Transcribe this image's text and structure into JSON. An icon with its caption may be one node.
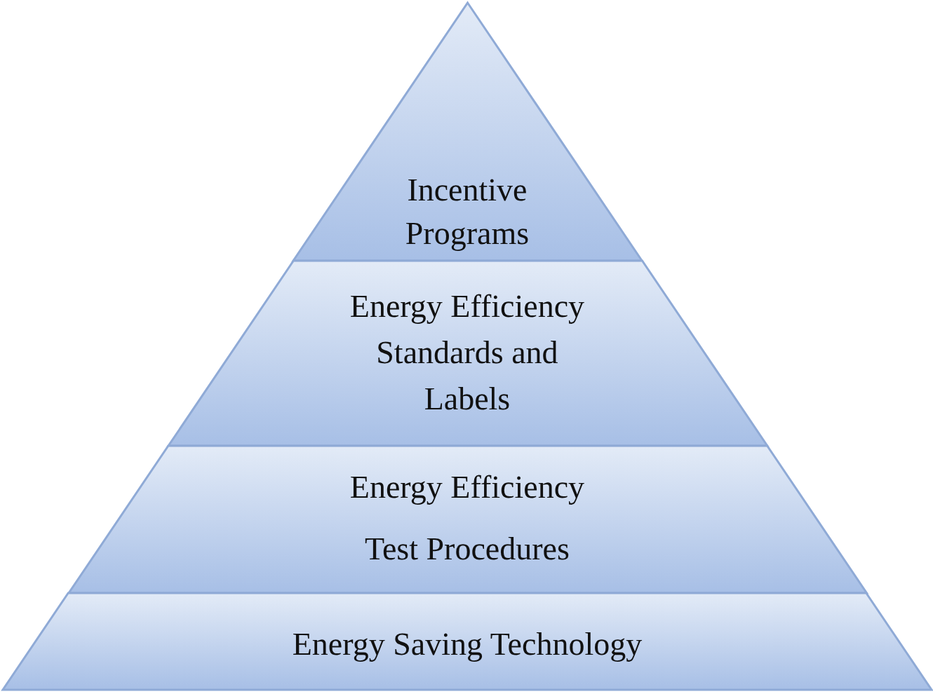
{
  "diagram": {
    "nodes": [
      {
        "text": [
          "Incentive Programs"
        ]
      },
      {
        "text": [
          "Energy Efficiency Standards and Labels"
        ]
      },
      {
        "text": [
          "Energy Efficiency Test Procedures"
        ]
      },
      {
        "text": [
          "Energy Saving Technology"
        ]
      }
    ]
  }
}
